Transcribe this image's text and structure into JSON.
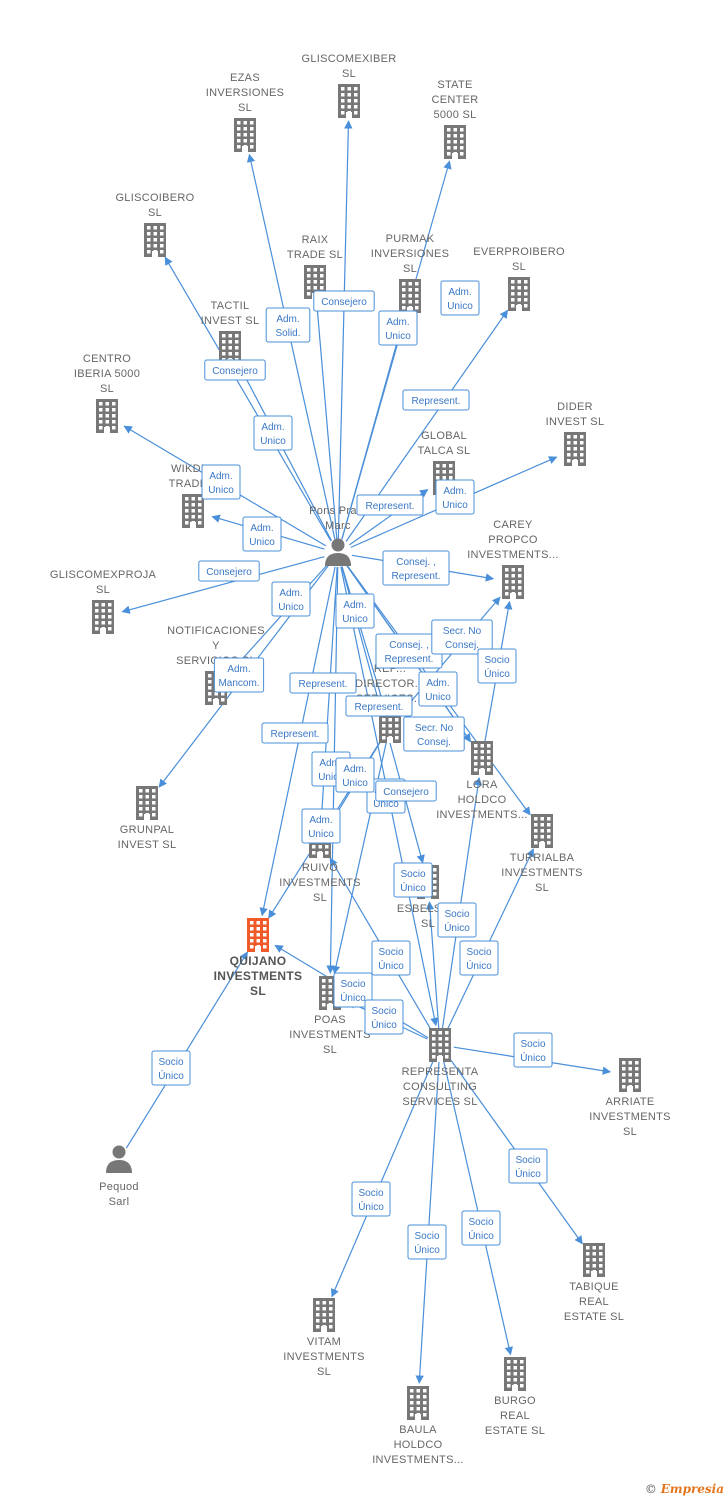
{
  "colors": {
    "edge": "#4a8fd9",
    "node": "#777777",
    "focus_node": "#f05a28",
    "label_text": "#3a78c6"
  },
  "nodes": [
    {
      "id": "ezas",
      "type": "company",
      "lines": [
        "EZAS",
        "INVERSIONES",
        "SL"
      ]
    },
    {
      "id": "gliscomexiber",
      "type": "company",
      "lines": [
        "GLISCOMEXIBER",
        "SL"
      ]
    },
    {
      "id": "statecenter",
      "type": "company",
      "lines": [
        "STATE",
        "CENTER",
        "5000  SL"
      ]
    },
    {
      "id": "gliscoibero",
      "type": "company",
      "lines": [
        "GLISCOIBERO",
        "SL"
      ]
    },
    {
      "id": "raix",
      "type": "company",
      "lines": [
        "RAIX",
        "TRADE  SL"
      ]
    },
    {
      "id": "purmak",
      "type": "company",
      "lines": [
        "PURMAK",
        "INVERSIONES",
        "SL"
      ]
    },
    {
      "id": "everproibero",
      "type": "company",
      "lines": [
        "EVERPROIBERO",
        "SL"
      ]
    },
    {
      "id": "tactil",
      "type": "company",
      "lines": [
        "TACTIL",
        "INVEST  SL"
      ]
    },
    {
      "id": "centroiberia",
      "type": "company",
      "lines": [
        "CENTRO",
        "IBERIA 5000",
        "SL"
      ]
    },
    {
      "id": "dider",
      "type": "company",
      "lines": [
        "DIDER",
        "INVEST  SL"
      ]
    },
    {
      "id": "globaltalca",
      "type": "company",
      "lines": [
        "GLOBAL",
        "TALCA  SL"
      ]
    },
    {
      "id": "wikdel",
      "type": "company",
      "lines": [
        "WIKDEL",
        "TRADE..."
      ]
    },
    {
      "id": "pons",
      "type": "person",
      "lines": [
        "Pons Pra...",
        "Marc"
      ]
    },
    {
      "id": "carey",
      "type": "company",
      "lines": [
        "CAREY",
        "PROPCO",
        "INVESTMENTS..."
      ]
    },
    {
      "id": "gliscomexproja",
      "type": "company",
      "lines": [
        "GLISCOMEXPROJA",
        "SL"
      ]
    },
    {
      "id": "notificaciones",
      "type": "company",
      "lines": [
        "NOTIFICACIONES",
        "Y",
        "SERVICIOS  SL"
      ]
    },
    {
      "id": "repdirector",
      "type": "company",
      "lines": [
        "REP...",
        "DIRECTOR...",
        "SERVICES..."
      ]
    },
    {
      "id": "lora",
      "type": "company",
      "lines": [
        "LORA",
        "HOLDCO",
        "INVESTMENTS..."
      ]
    },
    {
      "id": "grunpal",
      "type": "company",
      "lines": [
        "GRUNPAL",
        "INVEST  SL"
      ]
    },
    {
      "id": "turrialba",
      "type": "company",
      "lines": [
        "TURRIALBA",
        "INVESTMENTS",
        "SL"
      ]
    },
    {
      "id": "ruivo",
      "type": "company",
      "lines": [
        "RUIVO",
        "INVESTMENTS",
        "SL"
      ]
    },
    {
      "id": "esbelsa",
      "type": "company",
      "lines": [
        "ESBELSA...",
        "SL"
      ]
    },
    {
      "id": "quijano",
      "type": "focus",
      "lines": [
        "QUIJANO",
        "INVESTMENTS",
        "SL"
      ]
    },
    {
      "id": "poas",
      "type": "company",
      "lines": [
        "POAS",
        "INVESTMENTS",
        "SL"
      ]
    },
    {
      "id": "representa",
      "type": "company",
      "lines": [
        "REPRESENTA",
        "CONSULTING",
        "SERVICES  SL"
      ]
    },
    {
      "id": "arriate",
      "type": "company",
      "lines": [
        "ARRIATE",
        "INVESTMENTS",
        "SL"
      ]
    },
    {
      "id": "pequod",
      "type": "person",
      "lines": [
        "Pequod",
        "Sarl"
      ]
    },
    {
      "id": "vitam",
      "type": "company",
      "lines": [
        "VITAM",
        "INVESTMENTS",
        "SL"
      ]
    },
    {
      "id": "tabique",
      "type": "company",
      "lines": [
        "TABIQUE",
        "REAL",
        "ESTATE  SL"
      ]
    },
    {
      "id": "burgo",
      "type": "company",
      "lines": [
        "BURGO",
        "REAL",
        "ESTATE  SL"
      ]
    },
    {
      "id": "baula",
      "type": "company",
      "lines": [
        "BAULA",
        "HOLDCO",
        "INVESTMENTS..."
      ]
    }
  ],
  "edges": [
    {
      "from": "pons",
      "to": "ezas",
      "label": [
        "Adm.",
        "Unico"
      ]
    },
    {
      "from": "pons",
      "to": "gliscomexiber",
      "label": [
        "Consejero"
      ]
    },
    {
      "from": "pons",
      "to": "statecenter",
      "label": [
        "Adm.",
        "Unico"
      ]
    },
    {
      "from": "pons",
      "to": "gliscoibero",
      "label": [
        "Consejero"
      ]
    },
    {
      "from": "pons",
      "to": "raix",
      "label": [
        "Adm.",
        "Solid."
      ]
    },
    {
      "from": "pons",
      "to": "purmak",
      "label": [
        "Adm.",
        "Unico"
      ]
    },
    {
      "from": "pons",
      "to": "everproibero",
      "label": [
        "Represent."
      ]
    },
    {
      "from": "pons",
      "to": "tactil",
      "label": [
        "Adm.",
        "Unico"
      ]
    },
    {
      "from": "pons",
      "to": "centroiberia",
      "label": [
        "Adm.",
        "Unico"
      ]
    },
    {
      "from": "pons",
      "to": "dider",
      "label": [
        "Represent."
      ]
    },
    {
      "from": "pons",
      "to": "globaltalca",
      "label": [
        "Adm.",
        "Unico"
      ]
    },
    {
      "from": "pons",
      "to": "wikdel",
      "label": [
        "Adm.",
        "Unico"
      ]
    },
    {
      "from": "pons",
      "to": "carey",
      "label": [
        "Consej. ,",
        "Represent."
      ]
    },
    {
      "from": "pons",
      "to": "gliscomexproja",
      "label": [
        "Consejero"
      ]
    },
    {
      "from": "pons",
      "to": "notificaciones",
      "label": [
        "Adm.",
        "Unico"
      ]
    },
    {
      "from": "pons",
      "to": "grunpal",
      "label": [
        "Adm.",
        "Mancom."
      ]
    },
    {
      "from": "pons",
      "to": "repdirector",
      "label": [
        "Adm.",
        "Unico"
      ]
    },
    {
      "from": "pons",
      "to": "quijano",
      "label": [
        "Represent."
      ]
    },
    {
      "from": "pons",
      "to": "lora",
      "label": [
        "Consej. ,",
        "Represent."
      ]
    },
    {
      "from": "pons",
      "to": "ruivo",
      "label": [
        "Represent."
      ]
    },
    {
      "from": "pons",
      "to": "turrialba",
      "label": [
        "Adm.",
        "Unico"
      ]
    },
    {
      "from": "pons",
      "to": "poas",
      "label": [
        "Adm.",
        "Unico"
      ]
    },
    {
      "from": "pons",
      "to": "esbelsa",
      "label": [
        "Adm.",
        "Unico"
      ]
    },
    {
      "from": "pons",
      "to": "representa",
      "label": [
        "Represent."
      ]
    },
    {
      "from": "repdirector",
      "to": "carey",
      "label": [
        "Secr.  No",
        "Consej."
      ]
    },
    {
      "from": "lora",
      "to": "carey",
      "label": [
        "Socio",
        "Único"
      ]
    },
    {
      "from": "pons",
      "to": "lora",
      "label": [
        "Secr.  No",
        "Consej."
      ]
    },
    {
      "from": "repdirector",
      "to": "quijano",
      "label": [
        "Adm.",
        "Unico"
      ]
    },
    {
      "from": "representa",
      "to": "quijano",
      "label": [
        "Socio",
        "Único"
      ]
    },
    {
      "from": "representa",
      "to": "ruivo",
      "label": [
        "Socio",
        "Único"
      ]
    },
    {
      "from": "representa",
      "to": "poas",
      "label": [
        "Socio",
        "Único"
      ]
    },
    {
      "from": "representa",
      "to": "esbelsa",
      "label": [
        "Socio",
        "Único"
      ]
    },
    {
      "from": "representa",
      "to": "lora",
      "label": [
        "Socio",
        "Único"
      ]
    },
    {
      "from": "representa",
      "to": "turrialba",
      "label": [
        "Socio",
        "Único"
      ]
    },
    {
      "from": "representa",
      "to": "arriate",
      "label": [
        "Socio",
        "Único"
      ]
    },
    {
      "from": "representa",
      "to": "vitam",
      "label": [
        "Socio",
        "Único"
      ]
    },
    {
      "from": "representa",
      "to": "baula",
      "label": [
        "Socio",
        "Único"
      ]
    },
    {
      "from": "representa",
      "to": "burgo",
      "label": [
        "Socio",
        "Único"
      ]
    },
    {
      "from": "representa",
      "to": "tabique",
      "label": [
        "Socio",
        "Único"
      ]
    },
    {
      "from": "pequod",
      "to": "quijano",
      "label": [
        "Socio",
        "Único"
      ]
    },
    {
      "from": "repdirector",
      "to": "poas",
      "label": [
        "Consejero"
      ]
    },
    {
      "from": "repdirector",
      "to": "ruivo",
      "label": [
        "Adm.",
        "Unico"
      ]
    }
  ],
  "footer": {
    "copyright": "©",
    "brand": "Empresia"
  }
}
